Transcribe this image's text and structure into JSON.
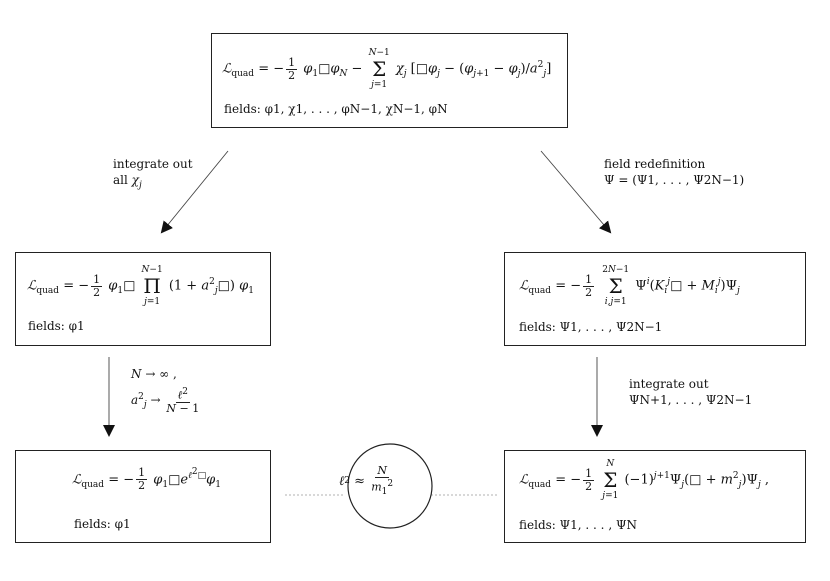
{
  "top_box": {
    "equation": "ℒquad = −½ φ₁□φ_N − Σ_{j=1}^{N−1} χ_j [□φ_j − (φ_{j+1} − φ_j)/a_j²]",
    "fields": "fields: φ1, χ1, . . . , φN−1, χN−1, φN"
  },
  "left_mid_box": {
    "equation": "ℒquad = −½ φ₁□ Π_{j=1}^{N−1} (1 + a_j²□) φ₁",
    "fields": "fields: φ1"
  },
  "right_mid_box": {
    "equation": "ℒquad = −½ Σ_{i,j=1}^{2N−1} Ψ^i (K_i^j □ + M_i^j) Ψ_j",
    "fields": "fields: Ψ1, . . . , Ψ2N−1"
  },
  "left_bottom_box": {
    "equation": "ℒquad = −½ φ₁□e^{ℓ²□}φ₁",
    "fields": "fields: φ1"
  },
  "right_bottom_box": {
    "equation": "ℒquad = −½ Σ_{j=1}^{N} (−1)^{j+1} Ψ_j(□ + m_j²)Ψ_j ,",
    "fields": "fields: Ψ1, . . . , ΨN"
  },
  "center_relation": "ℓ² ≈ N / m1²",
  "arrows": {
    "top_left": {
      "line1": "integrate out",
      "line2": "all χj"
    },
    "top_right": {
      "line1": "field redefinition",
      "line2": "Ψ = (Ψ1, . . . , Ψ2N−1)"
    },
    "mid_left": {
      "line1": "N → ∞ ,",
      "line2": "a_j² → ℓ² / (N − 1)"
    },
    "mid_right": {
      "line1": "integrate out",
      "line2": "ΨN+1, . . . , Ψ2N−1"
    }
  }
}
